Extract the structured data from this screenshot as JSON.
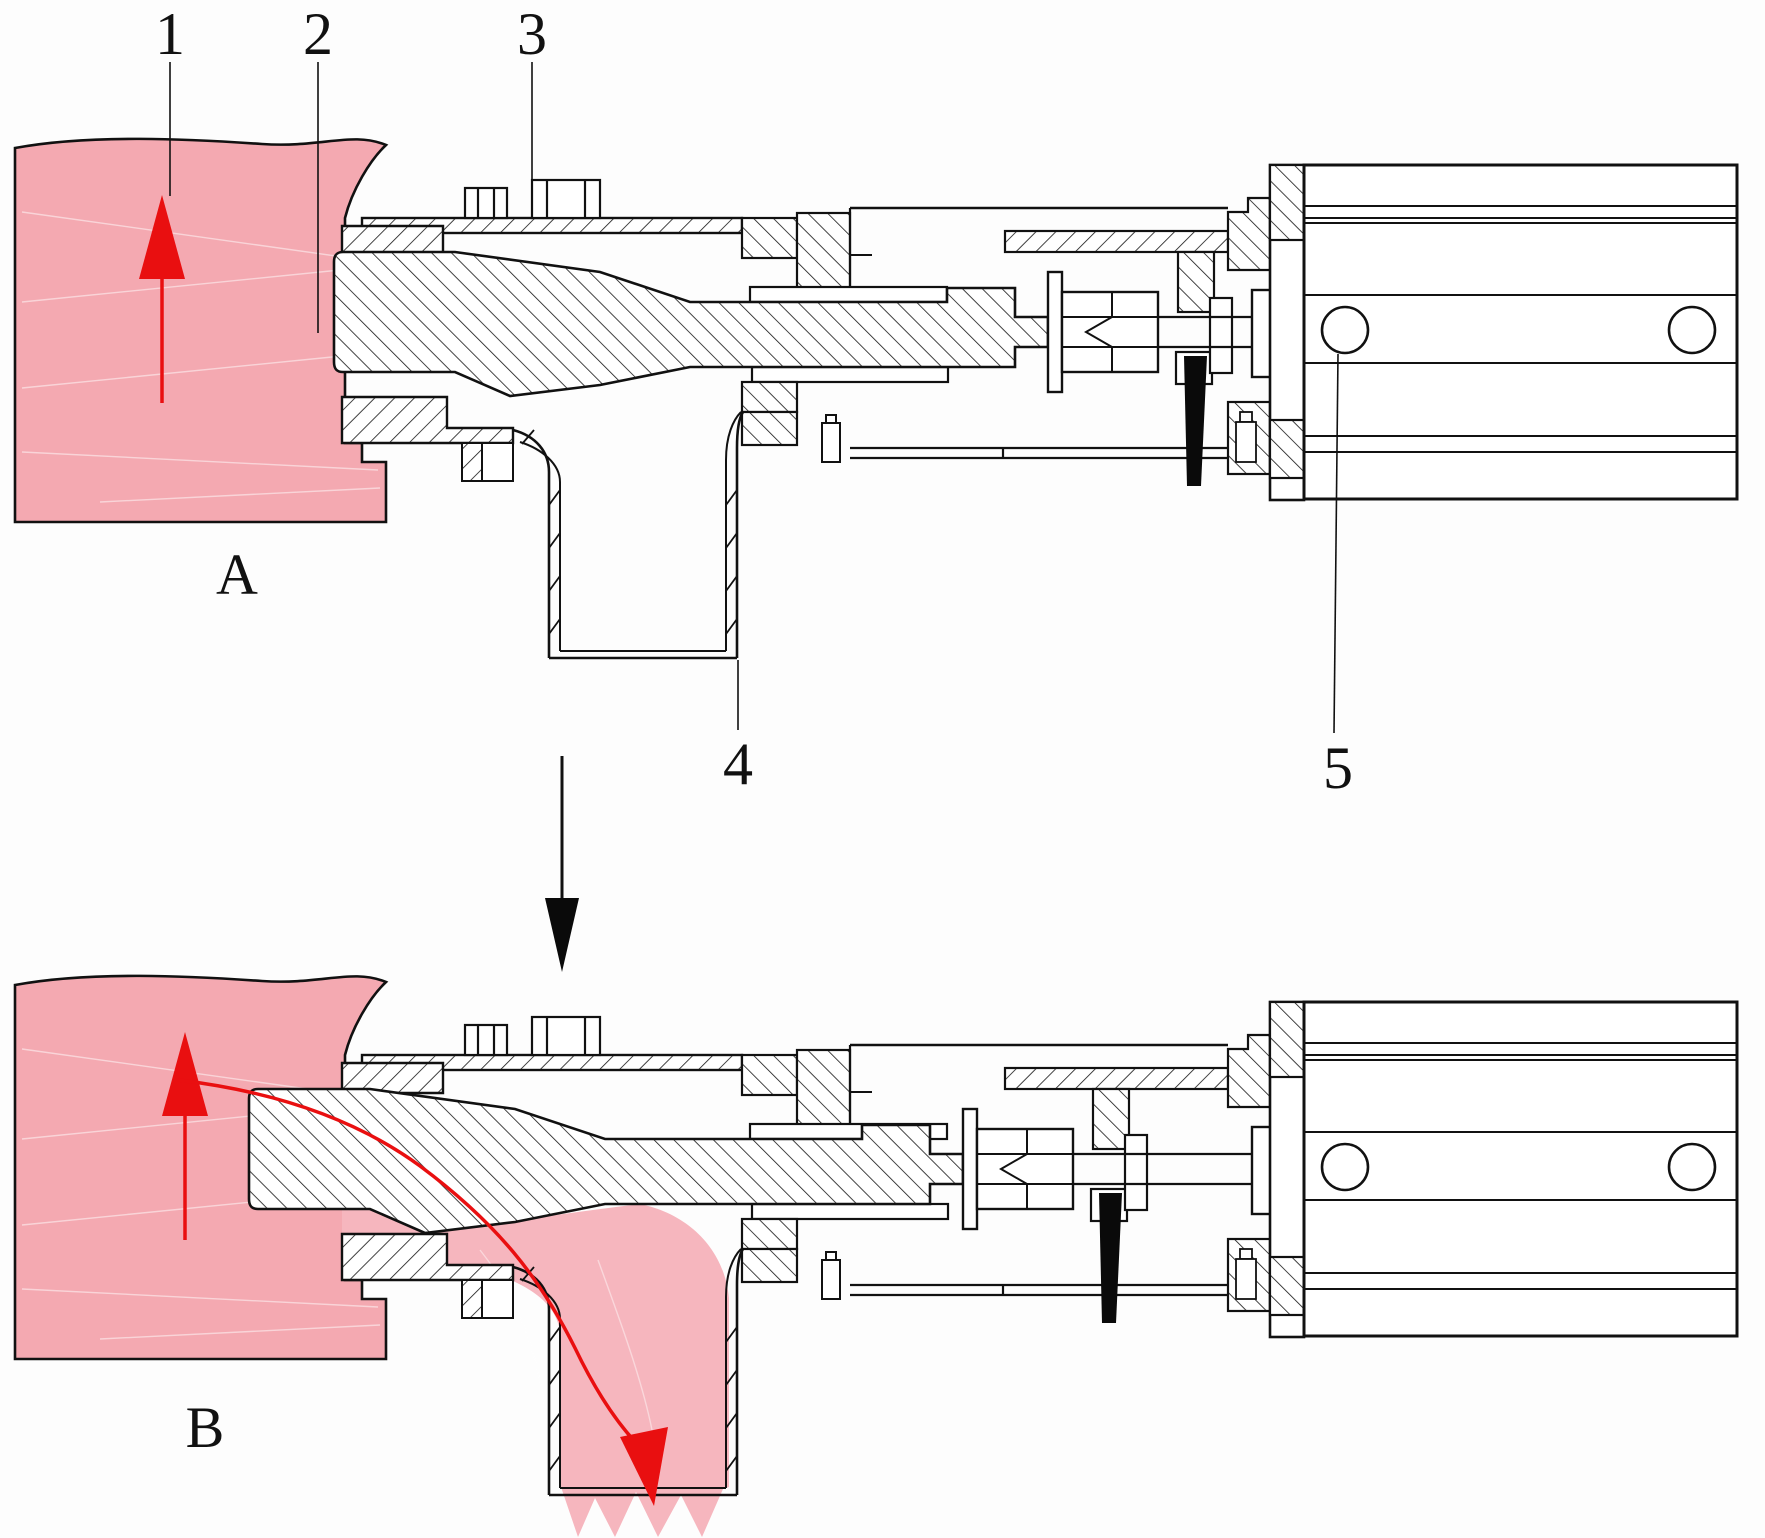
{
  "diagram": {
    "kind": "valve-cross-section-two-states",
    "background": "#fdfdfd",
    "ink": "#111111",
    "liquid_fill": "#f4a9b1",
    "flow_fill": "#f6b6be",
    "red": "#e90f10",
    "panel_a": {
      "letter": "A",
      "state": "closed"
    },
    "panel_b": {
      "letter": "B",
      "state": "open-discharging"
    },
    "callouts": [
      {
        "text": "1",
        "target": "tank-liquid"
      },
      {
        "text": "2",
        "target": "valve-seat-flange"
      },
      {
        "text": "3",
        "target": "valve-body-top-plate-bolt"
      },
      {
        "text": "4",
        "target": "discharge-spout"
      },
      {
        "text": "5",
        "target": "pneumatic-cylinder-mounting-hole"
      }
    ],
    "arrows": {
      "tank_arrow_direction": "up",
      "transition_arrow_direction": "down",
      "discharge_arrow_direction": "curved-down-through-spout"
    }
  }
}
